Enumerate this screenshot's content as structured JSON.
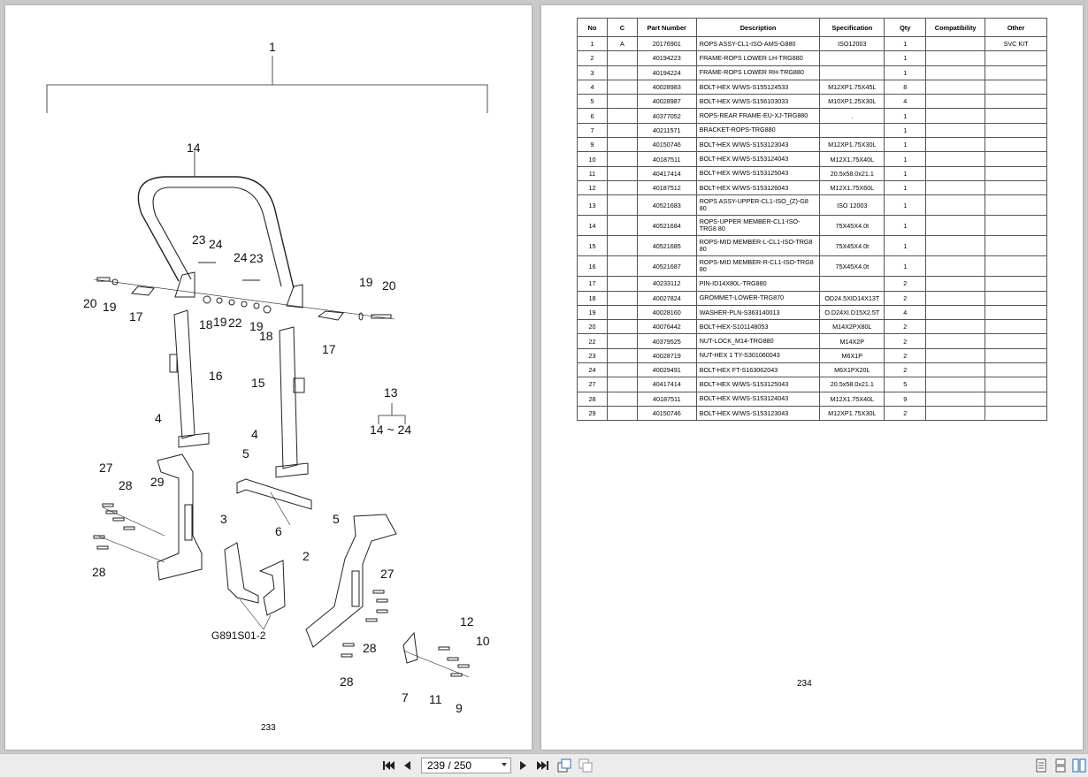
{
  "left_page": {
    "page_number": "233",
    "callouts": {
      "c1": "1",
      "c14": "14",
      "c23a": "23",
      "c24a": "24",
      "c24b": "24",
      "c23b": "23",
      "c19a": "19",
      "c20a": "20",
      "c20b": "20",
      "c19b": "19",
      "c17a": "17",
      "c18a": "18",
      "c19c": "19",
      "c22": "22",
      "c19d": "19",
      "c18b": "18",
      "c17b": "17",
      "c16": "16",
      "c15": "15",
      "c13": "13",
      "c1424": "14 ~ 24",
      "c4a": "4",
      "c4b": "4",
      "c5a": "5",
      "c5b": "5",
      "c27a": "27",
      "c28a": "28",
      "c29": "29",
      "c3": "3",
      "c6": "6",
      "c2": "2",
      "c27b": "27",
      "c28b": "28",
      "c28c": "28",
      "c12": "12",
      "c10": "10",
      "c7": "7",
      "c11": "11",
      "c9": "9",
      "ref": "G891S01-2"
    }
  },
  "right_page": {
    "page_number": "234",
    "headers": [
      "No",
      "C",
      "Part Number",
      "Description",
      "Specification",
      "Qty",
      "Compatibility",
      "Other"
    ],
    "rows": [
      {
        "no": "1",
        "c": "A",
        "pn": "20176901",
        "desc": "ROPS ASSY-CL1-ISO-AMS-G880",
        "spec": "ISO12003",
        "qty": "1",
        "compat": "",
        "other": "SVC KIT"
      },
      {
        "no": "2",
        "c": "",
        "pn": "40194223",
        "desc": "FRAME-ROPS LOWER LH-TRG880",
        "spec": "",
        "qty": "1",
        "compat": "",
        "other": ""
      },
      {
        "no": "3",
        "c": "",
        "pn": "40194224",
        "desc": "FRAME-ROPS LOWER RH-TRG880",
        "spec": "",
        "qty": "1",
        "compat": "",
        "other": ""
      },
      {
        "no": "4",
        "c": "",
        "pn": "40028983",
        "desc": "BOLT-HEX W/WS-S155124533",
        "spec": "M12XP1.75X45L",
        "qty": "8",
        "compat": "",
        "other": ""
      },
      {
        "no": "5",
        "c": "",
        "pn": "40028987",
        "desc": "BOLT-HEX W/WS-S156103033",
        "spec": "M10XP1.25X30L",
        "qty": "4",
        "compat": "",
        "other": ""
      },
      {
        "no": "6",
        "c": "",
        "pn": "40377052",
        "desc": "ROPS-REAR FRAME-EU-XJ-TRG880",
        "spec": ".",
        "qty": "1",
        "compat": "",
        "other": ""
      },
      {
        "no": "7",
        "c": "",
        "pn": "40211571",
        "desc": "BRACKET-ROPS-TRG880",
        "spec": "",
        "qty": "1",
        "compat": "",
        "other": ""
      },
      {
        "no": "9",
        "c": "",
        "pn": "40150746",
        "desc": "BOLT-HEX W/WS-S153123043",
        "spec": "M12XP1.75X30L",
        "qty": "1",
        "compat": "",
        "other": ""
      },
      {
        "no": "10",
        "c": "",
        "pn": "40187511",
        "desc": "BOLT-HEX W/WS-S153124043",
        "spec": "M12X1.75X40L",
        "qty": "1",
        "compat": "",
        "other": ""
      },
      {
        "no": "11",
        "c": "",
        "pn": "40417414",
        "desc": "BOLT-HEX W/WS-S153125043",
        "spec": "20.5x58.0x21.1",
        "qty": "1",
        "compat": "",
        "other": ""
      },
      {
        "no": "12",
        "c": "",
        "pn": "40187512",
        "desc": "BOLT-HEX W/WS-S153126043",
        "spec": "M12X1.75X60L",
        "qty": "1",
        "compat": "",
        "other": ""
      },
      {
        "no": "13",
        "c": "",
        "pn": "40521683",
        "desc": "ROPS ASSY-UPPER-CL1-ISO_(Z)-G8 80",
        "spec": "ISO 12003",
        "qty": "1",
        "compat": "",
        "other": "",
        "tall": true
      },
      {
        "no": "14",
        "c": "",
        "pn": "40521684",
        "desc": "ROPS-UPPER MEMBER-CL1-ISO-TRG8 80",
        "spec": "75X45X4.0t",
        "qty": "1",
        "compat": "",
        "other": "",
        "tall": true
      },
      {
        "no": "15",
        "c": "",
        "pn": "40521685",
        "desc": "ROPS-MID MEMBER-L-CL1-ISO-TRG8 80",
        "spec": "75X45X4.0t",
        "qty": "1",
        "compat": "",
        "other": "",
        "tall": true
      },
      {
        "no": "16",
        "c": "",
        "pn": "40521687",
        "desc": "ROPS-MID MEMBER-R-CL1-ISO-TRG8 80",
        "spec": "75X45X4.0t",
        "qty": "1",
        "compat": "",
        "other": "",
        "tall": true
      },
      {
        "no": "17",
        "c": "",
        "pn": "40233112",
        "desc": "PIN-ID14X80L-TRG880",
        "spec": "",
        "qty": "2",
        "compat": "",
        "other": ""
      },
      {
        "no": "18",
        "c": "",
        "pn": "40027824",
        "desc": "GROMMET-LOWER-TRG870",
        "spec": "OD24.5XID14X13T",
        "qty": "2",
        "compat": "",
        "other": ""
      },
      {
        "no": "19",
        "c": "",
        "pn": "40028160",
        "desc": "WASHER-PLN-S363140013",
        "spec": "O.D24XI.D15X2.5T",
        "qty": "4",
        "compat": "",
        "other": ""
      },
      {
        "no": "20",
        "c": "",
        "pn": "40076442",
        "desc": "BOLT-HEX-S101148053",
        "spec": "M14X2PX80L",
        "qty": "2",
        "compat": "",
        "other": ""
      },
      {
        "no": "22",
        "c": "",
        "pn": "40379525",
        "desc": "NUT-LOCK_M14-TRG880",
        "spec": "M14X2P",
        "qty": "2",
        "compat": "",
        "other": ""
      },
      {
        "no": "23",
        "c": "",
        "pn": "40028719",
        "desc": "NUT-HEX 1 TY-S301060043",
        "spec": "M6X1P",
        "qty": "2",
        "compat": "",
        "other": ""
      },
      {
        "no": "24",
        "c": "",
        "pn": "40029491",
        "desc": "BOLT-HEX FT-S163062043",
        "spec": "M6X1PX20L",
        "qty": "2",
        "compat": "",
        "other": ""
      },
      {
        "no": "27",
        "c": "",
        "pn": "40417414",
        "desc": "BOLT-HEX W/WS-S153125043",
        "spec": "20.5x58.0x21.1",
        "qty": "5",
        "compat": "",
        "other": ""
      },
      {
        "no": "28",
        "c": "",
        "pn": "40187511",
        "desc": "BOLT-HEX W/WS-S153124043",
        "spec": "M12X1.75X40L",
        "qty": "9",
        "compat": "",
        "other": ""
      },
      {
        "no": "29",
        "c": "",
        "pn": "40150746",
        "desc": "BOLT-HEX W/WS-S153123043",
        "spec": "M12XP1.75X30L",
        "qty": "2",
        "compat": "",
        "other": ""
      }
    ]
  },
  "toolbar": {
    "page_indicator": "239 / 250",
    "icons": [
      "first-page-icon",
      "prev-page-icon",
      "next-page-icon",
      "last-page-icon",
      "rotate-icon",
      "fit-icon",
      "single-page-icon",
      "continuous-icon",
      "two-page-icon"
    ]
  }
}
